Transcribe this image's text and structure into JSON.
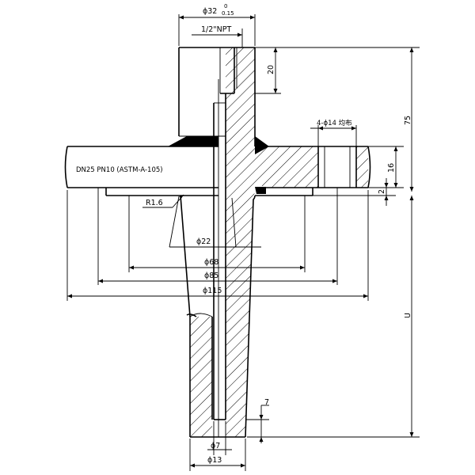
{
  "flange_spec": "DN25 PN10 (ASTM-A-105)",
  "thread": "1/2\"NPT",
  "top_diameter": {
    "main": "ϕ32",
    "upper_tol": "0",
    "lower_tol": "0.15"
  },
  "dimensions": {
    "d20": "20",
    "d75": "75",
    "d16": "16",
    "d2": "2",
    "u": "U",
    "d7_right": "7"
  },
  "bolt_holes": "4-ϕ14 均布",
  "radius": "R1.6",
  "diameters": {
    "d22": "ϕ22",
    "d68": "ϕ68",
    "d85": "ϕ85",
    "d115": "ϕ115",
    "d7": "ϕ7",
    "d13": "ϕ13"
  }
}
